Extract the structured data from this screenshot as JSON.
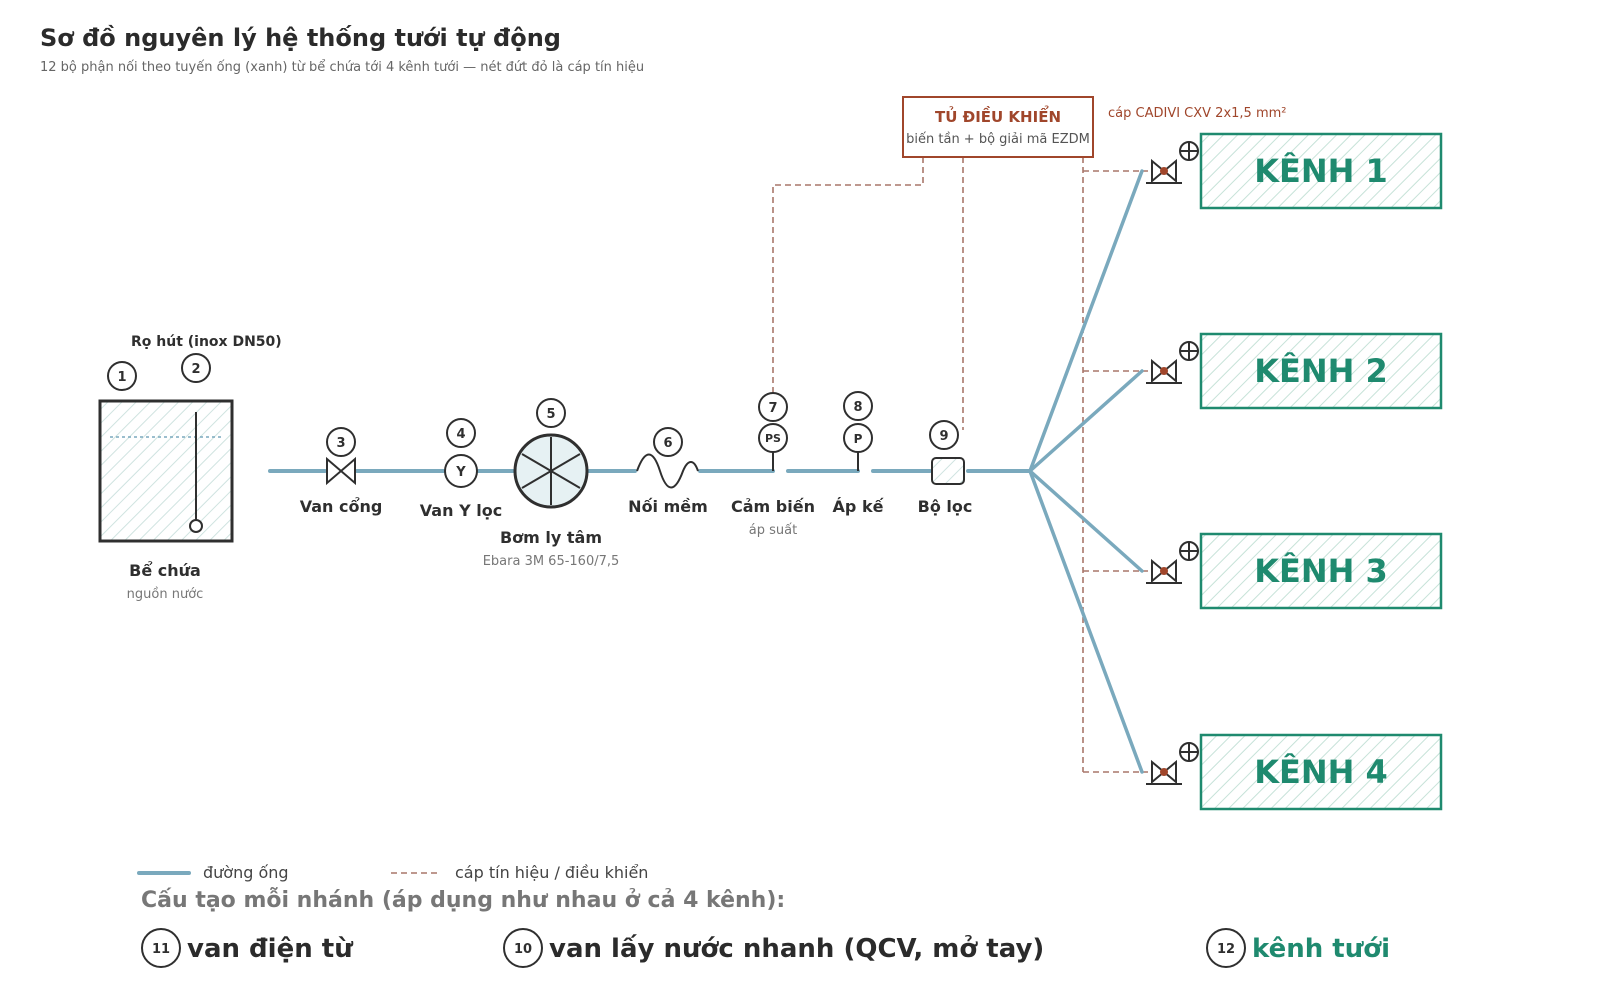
{
  "header": {
    "title": "Sơ đồ nguyên lý hệ thống tưới tự động",
    "subtitle": "12 bộ phận nối theo tuyến ống (xanh) từ bể chứa tới 4 kênh tưới — nét đứt đỏ là cáp tín hiệu"
  },
  "components": {
    "tank": {
      "num": "1",
      "label": "Bể chứa",
      "sub": "nguồn nước"
    },
    "strainer": {
      "num": "2",
      "label": "Rọ hút (inox DN50)"
    },
    "gate_valve": {
      "num": "3",
      "label": "Van cổng"
    },
    "y_strainer": {
      "num": "4",
      "label": "Van Y lọc",
      "symbol": "Y"
    },
    "pump": {
      "num": "5",
      "label": "Bơm ly tâm",
      "sub": "Ebara 3M 65-160/7,5"
    },
    "flex_joint": {
      "num": "6",
      "label": "Nối mềm"
    },
    "pressure_switch": {
      "num": "7",
      "label": "Cảm biến",
      "sub": "áp suất",
      "symbol": "PS"
    },
    "gauge": {
      "num": "8",
      "label": "Áp kế",
      "symbol": "P"
    },
    "filter": {
      "num": "9",
      "label": "Bộ lọc"
    }
  },
  "controller": {
    "title": "TỦ ĐIỀU KHIỂN",
    "sub": "biến tần + bộ giải mã EZDM",
    "cable_label": "cáp CADIVI CXV 2x1,5 mm²"
  },
  "channels": [
    "KÊNH 1",
    "KÊNH 2",
    "KÊNH 3",
    "KÊNH 4"
  ],
  "legend": {
    "pipe": "đường ống",
    "signal": "cáp tín hiệu / điều khiển"
  },
  "construction": {
    "heading": "Cấu tạo mỗi nhánh (áp dụng như nhau ở cả 4 kênh):",
    "items": [
      {
        "num": "11",
        "label": "van điện từ"
      },
      {
        "num": "10",
        "label": "van lấy nước nhanh (QCV, mở tay)"
      },
      {
        "num": "12",
        "label": "kênh tưới"
      }
    ]
  },
  "colors": {
    "pipe": "#7aa9bd",
    "signal": "#a9776a",
    "controller": "#a0462b",
    "channel": "#1f8a6f"
  }
}
